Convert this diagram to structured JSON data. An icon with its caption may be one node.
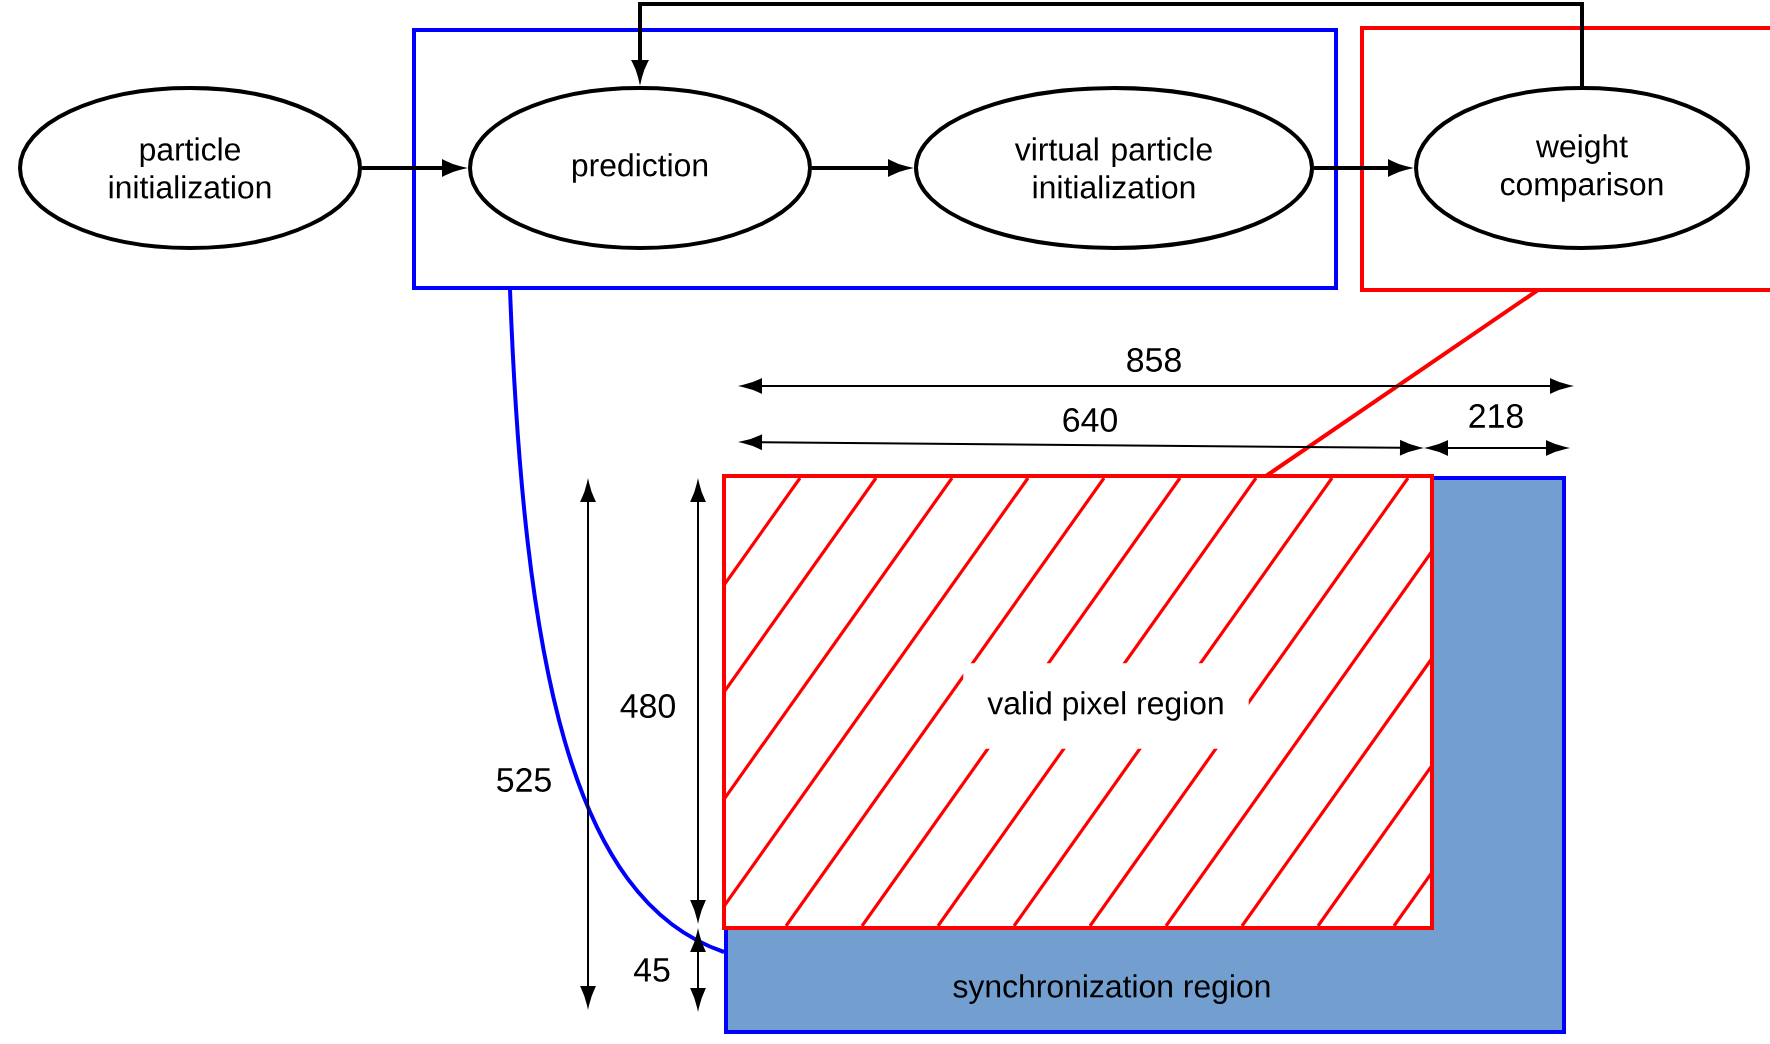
{
  "diagram": {
    "nodes": [
      {
        "text": [
          "particle initialization"
        ]
      },
      {
        "text": [],
        "shape": "box"
      },
      {
        "text": [
          "prediction"
        ],
        "in": 1
      },
      {
        "text": [
          "virtual particle initialization"
        ],
        "in": 1
      },
      {
        "text": [],
        "shape": "box"
      },
      {
        "text": [
          "weight comparison"
        ],
        "in": 4
      },
      {
        "text": [
          "synchronization region"
        ]
      },
      {
        "text": [
          "valid pixel region"
        ],
        "in": 6
      }
    ],
    "edges": [
      {
        "from": 0,
        "to": 2,
        "arrow": "to"
      },
      {
        "from": 2,
        "to": 3,
        "arrow": "to"
      },
      {
        "from": 3,
        "to": 5,
        "arrow": "to"
      },
      {
        "from": 5,
        "to": 2,
        "arrow": "to"
      },
      {
        "from": 1,
        "to": 6,
        "arrow": "none",
        "color": "#0000ff"
      },
      {
        "from": 4,
        "to": 7,
        "arrow": "none",
        "color": "#ff0000"
      }
    ],
    "labels": [
      "858",
      "640",
      "218",
      "480",
      "525",
      "45"
    ]
  }
}
